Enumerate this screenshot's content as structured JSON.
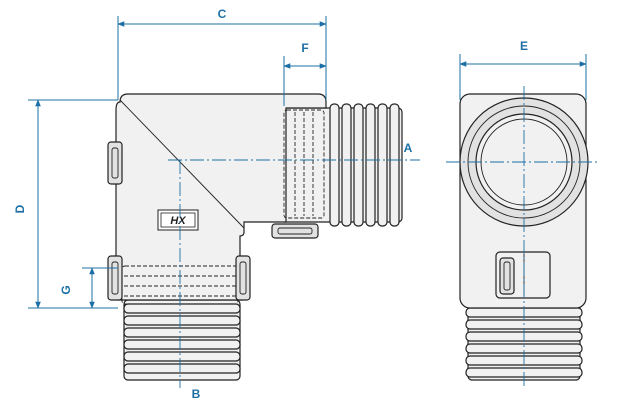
{
  "dimensions": {
    "A": "A",
    "B": "B",
    "C": "C",
    "D": "D",
    "E": "E",
    "F": "F",
    "G": "G"
  },
  "logo": {
    "text": "HX"
  },
  "colors": {
    "dimension": "#1d6fa5",
    "outline": "#222222",
    "fill": "#f1f1f1"
  }
}
